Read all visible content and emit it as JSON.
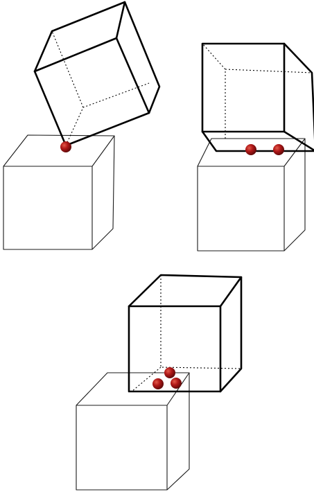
{
  "figure": {
    "panels": [
      {
        "id": "vertex-contact",
        "contact_points": 1
      },
      {
        "id": "edge-contact",
        "contact_points": 2
      },
      {
        "id": "face-contact",
        "contact_points": 3
      }
    ]
  },
  "colors": {
    "background": "#ffffff",
    "edge": "#000000",
    "contact_point": "#b01818",
    "contact_point_highlight": "#e25a4a",
    "contact_point_shadow": "#5a0808"
  }
}
